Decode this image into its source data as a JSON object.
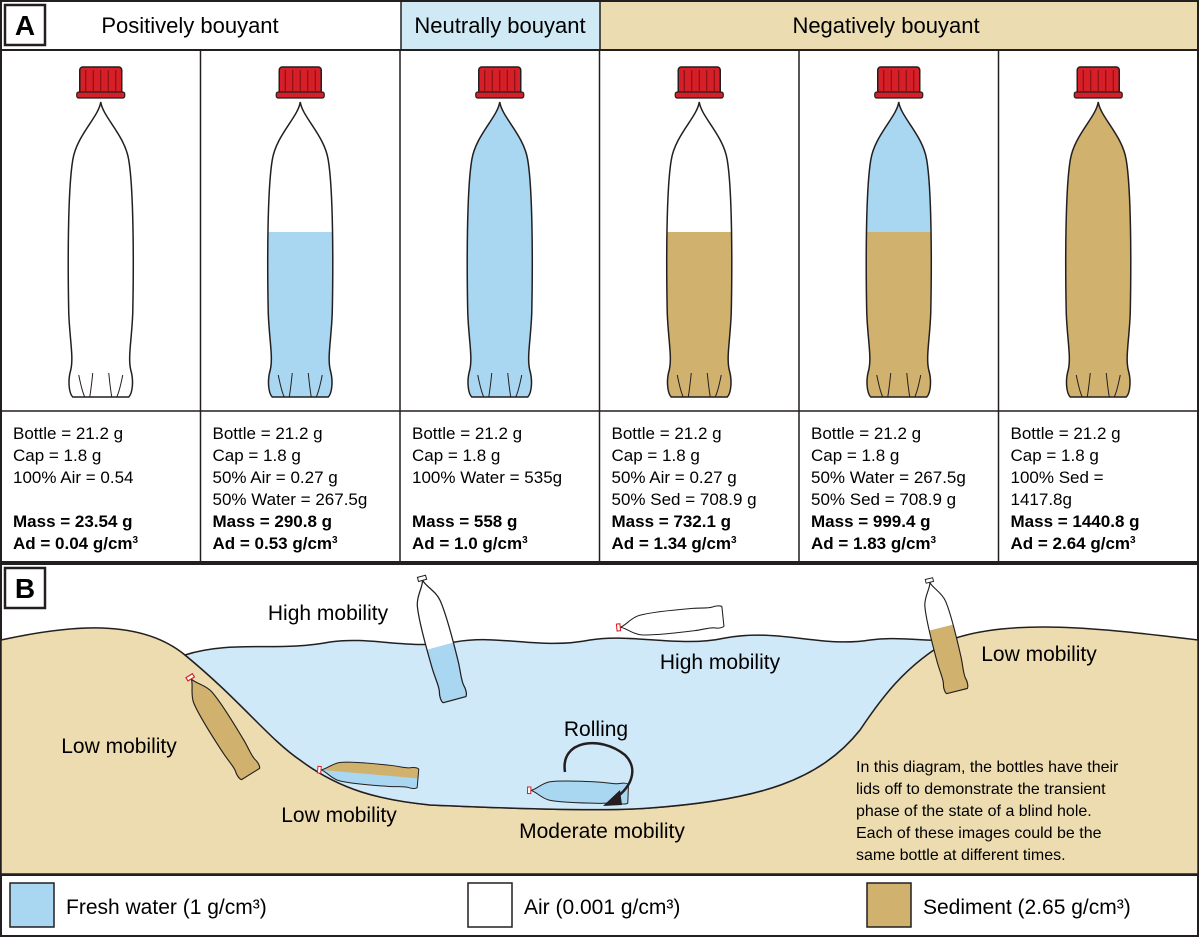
{
  "colors": {
    "water": "#a9d6f1",
    "sediment": "#d1b16e",
    "cap": "#d61f26",
    "ground": "#ecdcb0",
    "outline": "#231f20"
  },
  "panel_a": {
    "label": "A",
    "headers": {
      "positive": "Positively bouyant",
      "neutral": "Neutrally bouyant",
      "negative": "Negatively bouyant"
    },
    "bottles": [
      {
        "lines": [
          "Bottle = 21.2 g",
          "Cap = 1.8 g",
          "100% Air = 0.54",
          ""
        ],
        "mass": "Mass = 23.54 g",
        "ad": "Ad = 0.04 g/cm",
        "fill_top": "air",
        "fill_bottom": "air",
        "fill_level": 0
      },
      {
        "lines": [
          "Bottle = 21.2 g",
          "Cap = 1.8 g",
          "50% Air = 0.27 g",
          "50% Water = 267.5g"
        ],
        "mass": "Mass = 290.8 g",
        "ad": "Ad = 0.53 g/cm",
        "fill_top": "air",
        "fill_bottom": "water",
        "fill_level": 0.5
      },
      {
        "lines": [
          "Bottle = 21.2 g",
          "Cap = 1.8 g",
          "100% Water = 535g",
          ""
        ],
        "mass": "Mass = 558 g",
        "ad": "Ad = 1.0 g/cm",
        "fill_top": "water",
        "fill_bottom": "water",
        "fill_level": 1
      },
      {
        "lines": [
          "Bottle = 21.2 g",
          "Cap = 1.8 g",
          "50% Air = 0.27 g",
          "50% Sed = 708.9 g"
        ],
        "mass": "Mass = 732.1 g",
        "ad": "Ad = 1.34 g/cm",
        "fill_top": "air",
        "fill_bottom": "sediment",
        "fill_level": 0.5
      },
      {
        "lines": [
          "Bottle = 21.2 g",
          "Cap = 1.8 g",
          "50% Water = 267.5g",
          "50% Sed = 708.9 g"
        ],
        "mass": "Mass = 999.4 g",
        "ad": "Ad = 1.83 g/cm",
        "fill_top": "water",
        "fill_bottom": "sediment",
        "fill_level": 0.5
      },
      {
        "lines": [
          "Bottle = 21.2 g",
          "Cap = 1.8 g",
          "100% Sed =",
          "1417.8g"
        ],
        "mass": "Mass = 1440.8 g",
        "ad": "Ad = 2.64 g/cm",
        "fill_top": "sediment",
        "fill_bottom": "sediment",
        "fill_level": 1
      }
    ],
    "unit_exponent": "3"
  },
  "panel_b": {
    "label": "B",
    "labels": {
      "high_mobility_1": "High mobility",
      "high_mobility_2": "High mobility",
      "low_mobility_right": "Low mobility",
      "low_mobility_left": "Low mobility",
      "low_mobility_bottom": "Low mobility",
      "rolling": "Rolling",
      "moderate_mobility": "Moderate mobility"
    },
    "note": [
      "In this diagram, the bottles have their",
      "lids off to demonstrate the transient",
      "phase of the state of a blind hole.",
      "Each of these images could be the",
      "same bottle at different times."
    ]
  },
  "legend": [
    {
      "label": "Fresh water (1 g/cm³)",
      "color": "water"
    },
    {
      "label": "Air (0.001 g/cm³)",
      "color": "air"
    },
    {
      "label": "Sediment (2.65 g/cm³)",
      "color": "sediment"
    }
  ]
}
